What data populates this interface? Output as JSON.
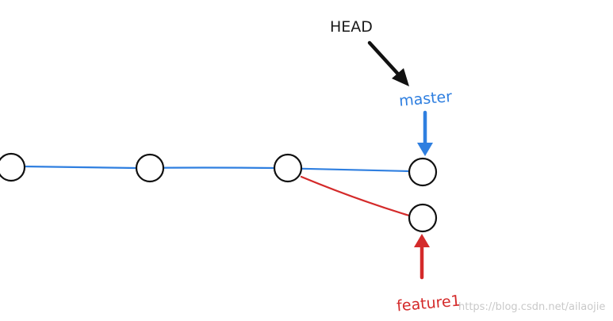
{
  "labels": {
    "head": "HEAD",
    "master": "master",
    "feature": "feature1"
  },
  "watermark": "https://blog.csdn.net/ailaojie",
  "colors": {
    "master": "#2f7fe0",
    "feature": "#d42a2a",
    "head": "#111111",
    "node_stroke": "#111111",
    "watermark": "#c9c9c9"
  },
  "graph": {
    "commits": [
      "c1",
      "c2",
      "c3",
      "c4-master",
      "c4-feature1"
    ],
    "edges": [
      {
        "from": "c1",
        "to": "c2",
        "branch": "master"
      },
      {
        "from": "c2",
        "to": "c3",
        "branch": "master"
      },
      {
        "from": "c3",
        "to": "c4-master",
        "branch": "master"
      },
      {
        "from": "c3",
        "to": "c4-feature1",
        "branch": "feature1"
      }
    ],
    "pointers": [
      {
        "name": "HEAD",
        "points_to": "master"
      },
      {
        "name": "master",
        "points_to": "c4-master"
      },
      {
        "name": "feature1",
        "points_to": "c4-feature1"
      }
    ]
  }
}
